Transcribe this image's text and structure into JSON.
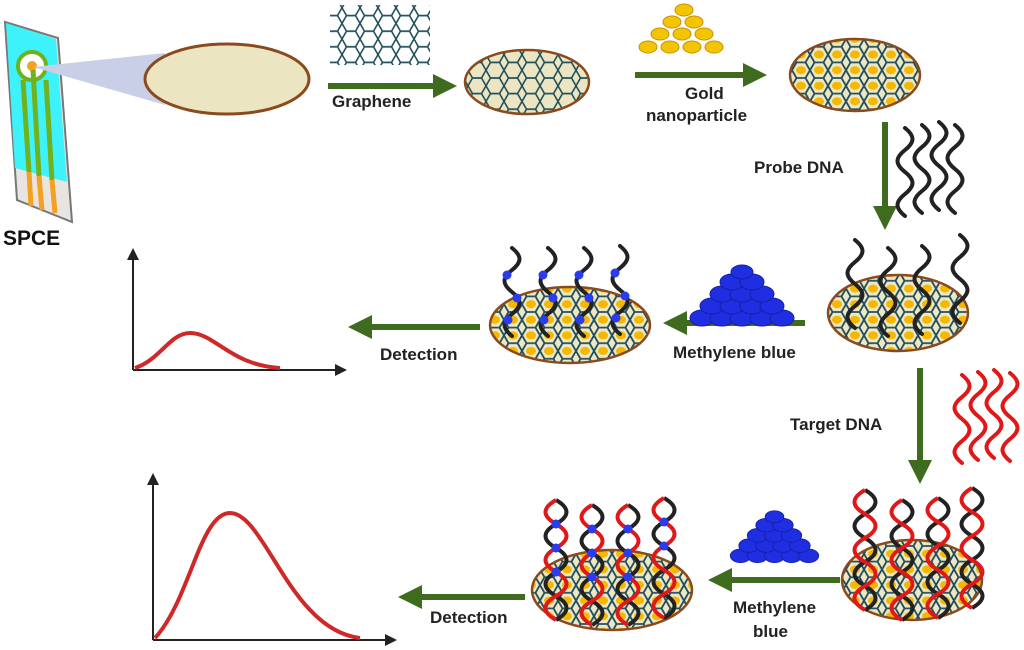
{
  "title_label": "SPCE",
  "steps": {
    "graphene": "Graphene",
    "gold_line1": "Gold",
    "gold_line2": "nanoparticle",
    "probe_dna": "Probe DNA",
    "methylene_blue_1": "Methylene blue",
    "detection_1": "Detection",
    "target_dna": "Target DNA",
    "methylene_blue_2_line1": "Methylene",
    "methylene_blue_2_line2": "blue",
    "detection_2": "Detection"
  },
  "colors": {
    "arrow": "#3f6b1e",
    "electrode_fill": "#ece5c2",
    "electrode_rim": "#8a4a1e",
    "hex_line": "#1f4f5c",
    "gold": "#f5b800",
    "probe_dna": "#222222",
    "target_dna": "#e01818",
    "methylene_blue": "#1f2ee0",
    "signal_curve": "#d02828"
  },
  "signals": {
    "before_target_peak_relative": 0.3,
    "after_target_peak_relative": 1.0
  }
}
